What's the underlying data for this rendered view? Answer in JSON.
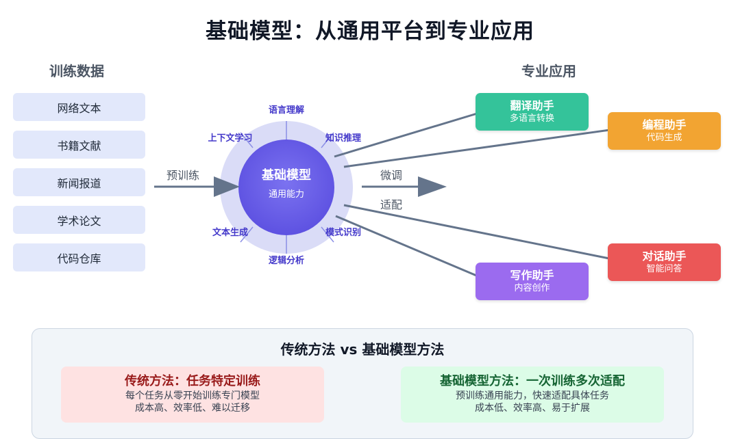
{
  "title": "基础模型：从通用平台到专业应用",
  "training": {
    "heading": "训练数据",
    "items": [
      "网络文本",
      "书籍文献",
      "新闻报道",
      "学术论文",
      "代码仓库"
    ]
  },
  "pretrain_label": "预训练",
  "model": {
    "name": "基础模型",
    "subtitle": "通用能力",
    "capabilities": [
      "语言理解",
      "知识推理",
      "模式识别",
      "逻辑分析",
      "文本生成",
      "上下文学习"
    ]
  },
  "finetune_label": "微调",
  "adapt_label": "适配",
  "applications": {
    "heading": "专业应用",
    "items": [
      {
        "name": "翻译助手",
        "desc": "多语言转换",
        "color": "#34c39a"
      },
      {
        "name": "编程助手",
        "desc": "代码生成",
        "color": "#f2a432"
      },
      {
        "name": "对话助手",
        "desc": "智能问答",
        "color": "#eb5757"
      },
      {
        "name": "写作助手",
        "desc": "内容创作",
        "color": "#9b6bef"
      }
    ]
  },
  "comparison": {
    "title": "传统方法 vs 基础模型方法",
    "traditional": {
      "title": "传统方法：任务特定训练",
      "lines": [
        "每个任务从零开始训练专门模型",
        "成本高、效率低、难以迁移"
      ]
    },
    "foundation": {
      "title": "基础模型方法：一次训练多次适配",
      "lines": [
        "预训练通用能力，快速适配具体任务",
        "成本低、效率高、易于扩展"
      ]
    }
  },
  "colors": {
    "arrow": "#64748b",
    "ring_outer": "#dadcf7",
    "ring_mid": "#a3a6ee",
    "core": "#6d62ea",
    "capability_text": "#4338ca",
    "traditional_bg": "#fee2e2",
    "traditional_text": "#991b1b",
    "foundation_bg": "#dcfce7",
    "foundation_text": "#166534"
  }
}
